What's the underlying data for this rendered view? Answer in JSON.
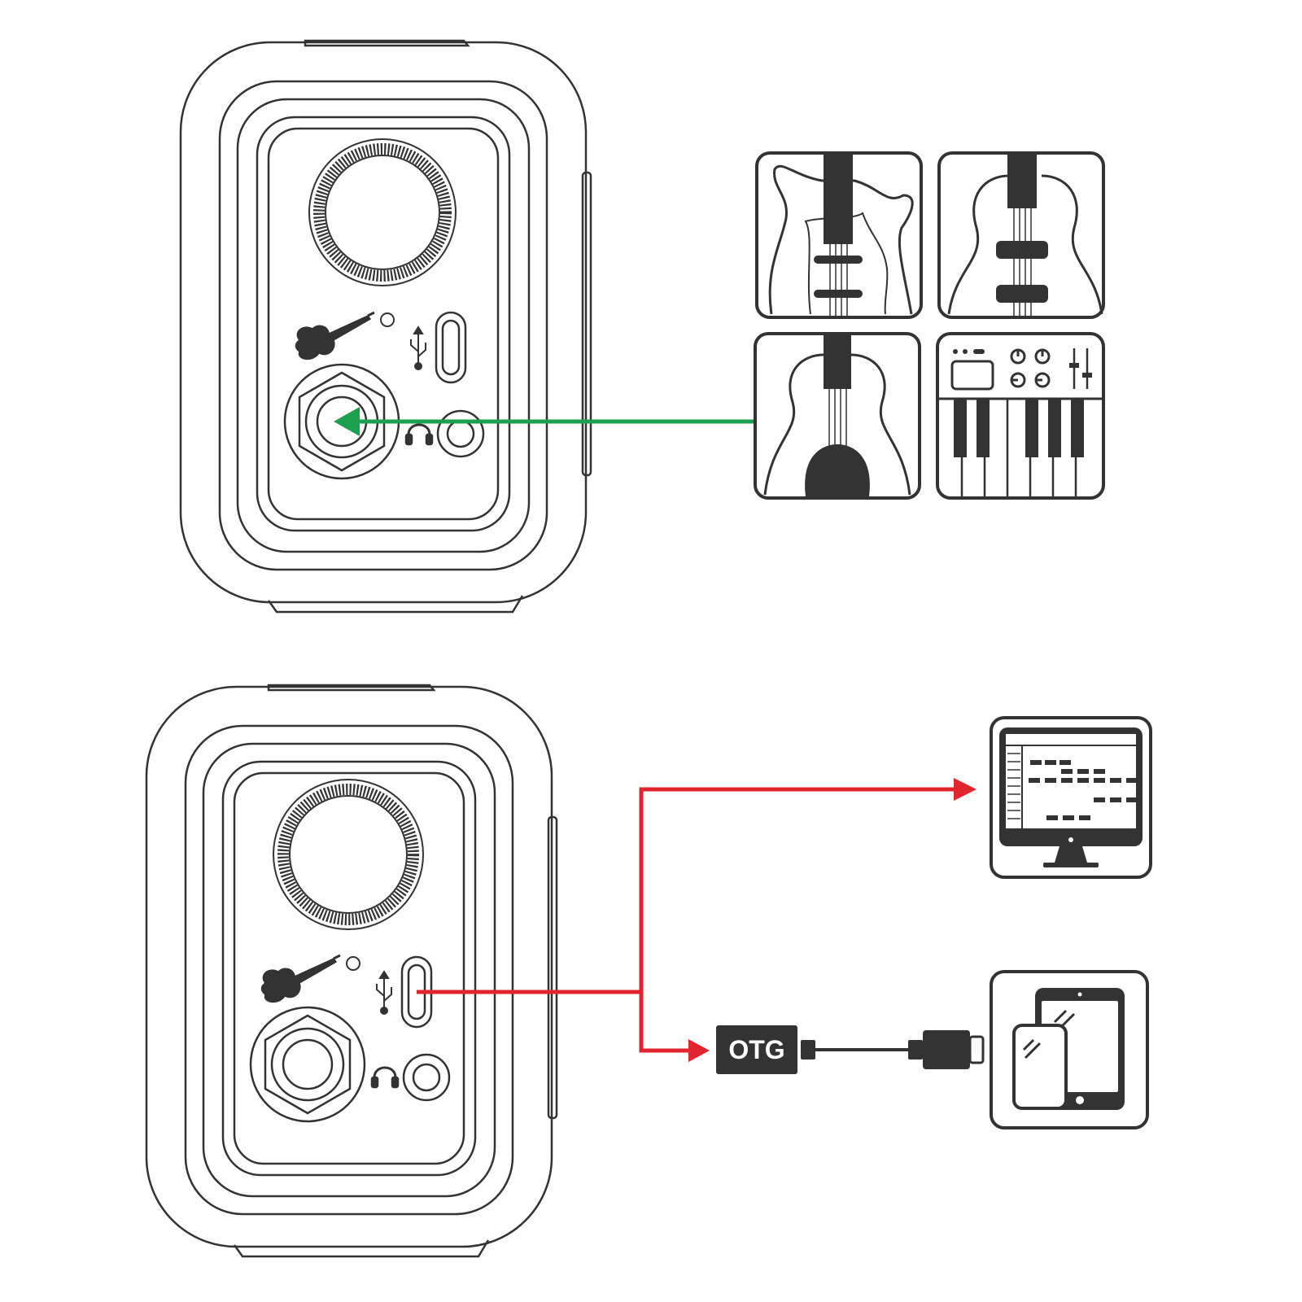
{
  "colors": {
    "line": "#333333",
    "input_arrow": "#1aa04e",
    "output_arrow": "#e1252f",
    "fill_dark": "#333333",
    "background": "#ffffff"
  },
  "top_device": {
    "name": "audio-interface",
    "ports": [
      "gain-knob-icon",
      "guitar-input-icon",
      "usb-icon",
      "usb-c-port",
      "instrument-jack",
      "headphone-icon",
      "headphone-jack"
    ]
  },
  "input_sources": [
    "electric-guitar-icon",
    "electro-acoustic-guitar-icon",
    "acoustic-guitar-icon",
    "midi-keyboard-icon"
  ],
  "bottom_device": {
    "name": "audio-interface",
    "ports": [
      "gain-knob-icon",
      "guitar-input-icon",
      "usb-icon",
      "usb-c-port",
      "instrument-jack",
      "headphone-icon",
      "headphone-jack"
    ]
  },
  "output_targets": [
    "computer-monitor-daw-icon",
    "phone-tablet-icon"
  ],
  "otg": {
    "label": "OTG"
  }
}
